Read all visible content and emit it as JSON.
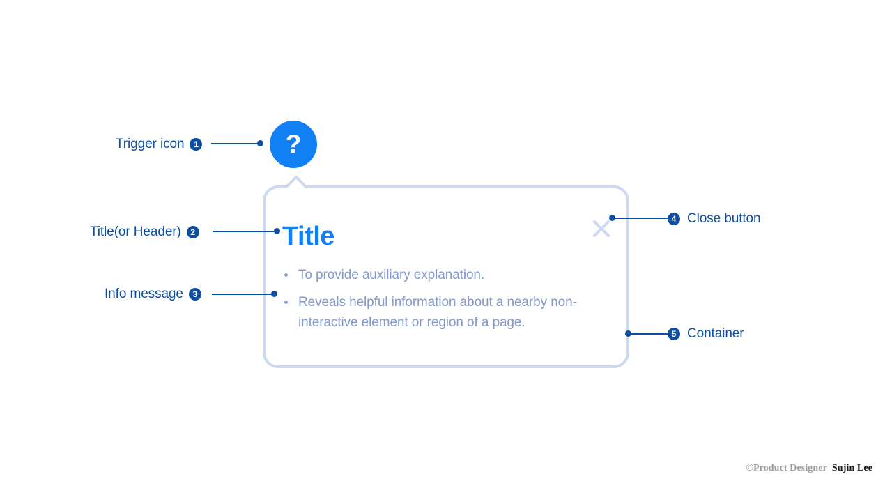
{
  "page": {
    "background_color": "#ffffff",
    "accent_blue": "#1180f5",
    "navy": "#0d4da2",
    "muted_body": "#8498cb",
    "border_color": "#ccd9ef"
  },
  "trigger": {
    "icon_name": "question-mark-icon",
    "glyph": "?",
    "fill": "#1180f5"
  },
  "tooltip": {
    "title": "Title",
    "close_icon": "close-x-icon",
    "items": [
      "To provide auxiliary explanation.",
      "Reveals helpful information about a nearby non-interactive element or region of a page."
    ]
  },
  "callouts": [
    {
      "number": "❶",
      "index": "1",
      "label": "Trigger icon",
      "muted": "",
      "side": "left"
    },
    {
      "number": "❷",
      "index": "2",
      "label": "Title",
      "muted": "(or Header)",
      "side": "left"
    },
    {
      "number": "❸",
      "index": "3",
      "label": "Info message",
      "muted": "",
      "side": "left"
    },
    {
      "number": "❹",
      "index": "4",
      "label": "Close button",
      "muted": "",
      "side": "right"
    },
    {
      "number": "❺",
      "index": "5",
      "label": "Container",
      "muted": "",
      "side": "right"
    }
  ],
  "credit": {
    "role": "©Product Designer",
    "name": "Sujin Lee"
  }
}
